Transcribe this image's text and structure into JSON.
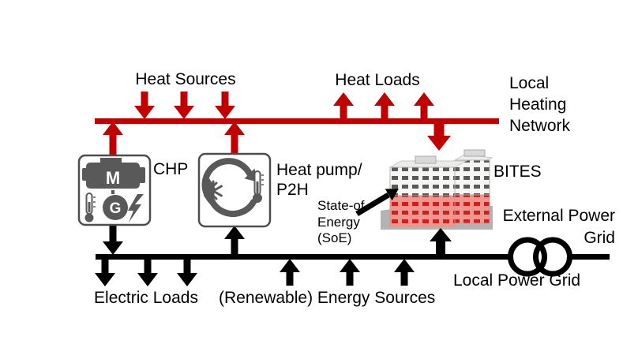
{
  "figure": {
    "type": "energy-system-schematic",
    "description_visible": false
  },
  "colors": {
    "heat_red": "#c00000",
    "grid_black": "#000000",
    "icon_gray": "#595959",
    "box_border": "#4d4d4d",
    "base_gray": "#b3b3b3",
    "building_white_face": "#f6f6f4",
    "building_window_gray": "#5a5a5a",
    "building_red_face": "#f0968e",
    "building_red_window": "#cf1f1f",
    "text_black": "#000000"
  },
  "heating": {
    "sources_label": "Heat Sources",
    "loads_label": "Heat Loads",
    "network_lines": [
      "Local",
      "Heating",
      "Network"
    ],
    "source_arrow_count": 3,
    "load_arrow_count": 3
  },
  "power": {
    "external_grid_lines": [
      "External Power",
      "Grid"
    ],
    "local_grid_label": "Local Power Grid",
    "electric_loads_label": "Electric Loads",
    "energy_sources_label": "(Renewable) Energy Sources",
    "electric_load_arrow_count": 3,
    "energy_source_arrow_count": 3
  },
  "components": {
    "chp": {
      "label": "CHP",
      "motor_letter": "M",
      "generator_letter": "G"
    },
    "heat_pump": {
      "label_lines": [
        "Heat pump/",
        "P2H"
      ]
    },
    "bites": {
      "label": "BITES",
      "soe_lines": [
        "State-of-",
        "Energy",
        "(SoE)"
      ]
    }
  },
  "icons": {
    "engine_motor_icon": "engine-block-with-M",
    "generator_icon": "filled-circle-with-G",
    "thermometer_icon": "thermometer-with-bulb",
    "lightning_icon": "lightning-bolt",
    "snowflake_icon": "snowflake",
    "cycle_arrows_icon": "two-curved-arrows-loop",
    "transformer_icon": "two-overlapping-circles",
    "building_illustration": "isometric-building-red-soe-fill"
  }
}
